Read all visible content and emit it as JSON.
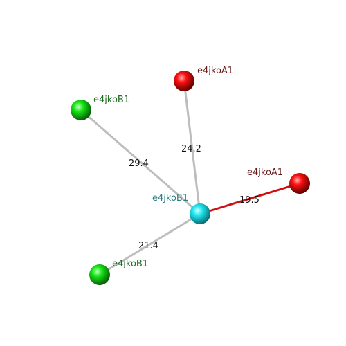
{
  "nodes": [
    {
      "id": "center",
      "label": "e4jkoB1",
      "color": "#22e8f2",
      "label_color": "#2a7f86"
    },
    {
      "id": "top",
      "label": "e4jkoA1",
      "color": "#ff1010",
      "label_color": "#6b1a1a"
    },
    {
      "id": "right",
      "label": "e4jkoA1",
      "color": "#ff1010",
      "label_color": "#6b1a1a"
    },
    {
      "id": "upper-left",
      "label": "e4jkoB1",
      "color": "#18e818",
      "label_color": "#1f6b1f"
    },
    {
      "id": "lower-left",
      "label": "e4jkoB1",
      "color": "#18e818",
      "label_color": "#1f6b1f"
    }
  ],
  "edges": [
    {
      "from": "center",
      "to": "top",
      "label": "24.2",
      "color": "#bdbdbd"
    },
    {
      "from": "center",
      "to": "right",
      "label": "19.5",
      "color": "#d01010"
    },
    {
      "from": "center",
      "to": "upper-left",
      "label": "29.4",
      "color": "#bdbdbd"
    },
    {
      "from": "center",
      "to": "lower-left",
      "label": "21.4",
      "color": "#bdbdbd"
    }
  ]
}
